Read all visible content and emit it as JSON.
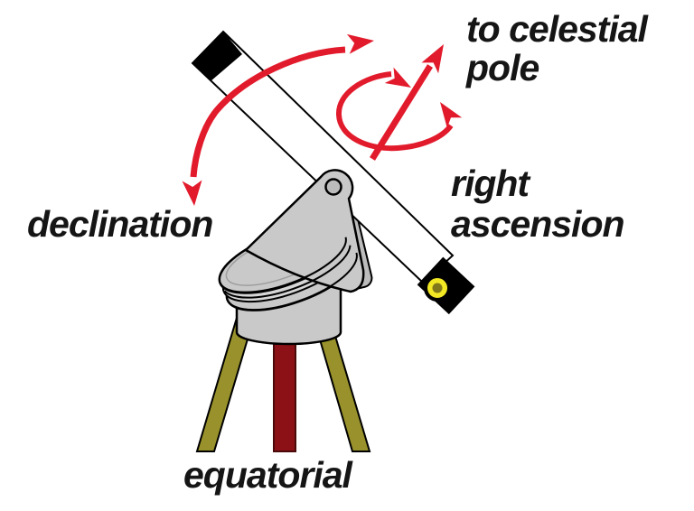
{
  "labels": {
    "to_celestial_pole_line1": "to celestial",
    "to_celestial_pole_line2": "pole",
    "declination": "declination",
    "right_ascension_line1": "right",
    "right_ascension_line2": "ascension",
    "equatorial": "equatorial"
  },
  "parts": {
    "telescope_tube": "telescope-tube",
    "lens_cap": "lens-cap",
    "eyepiece": "eyepiece-block",
    "focus_knob": "focus-knob",
    "mount_wedge": "mount-wedge",
    "pivot_hole": "pivot-hole",
    "mount_platter": "tilted-mount-platter",
    "pedestal": "pedestal-cylinder",
    "tripod_legs": "tripod-legs",
    "center_column": "center-column",
    "declination_arrow": "declination-swing-arrow",
    "right_ascension_loop": "right-ascension-rotation-loop",
    "polar_axis_arrow": "to-celestial-pole-arrow"
  },
  "colors": {
    "background": "#ffffff",
    "arrow_red": "#e21b2c",
    "mount_gray": "#c9c9c9",
    "mount_gray_light": "#d6d6d6",
    "tine_gray": "#bcbcbc",
    "bevel_gray": "#9e9e9e",
    "leg_olive": "#99922c",
    "column_dark_red": "#8c1117",
    "column_edge": "#4a0a0a",
    "knob_yellow": "#f3e824",
    "knob_inner_olive": "#80781a",
    "tube_white": "#ffffff",
    "outline_black": "#000000",
    "text_black": "#151515"
  }
}
